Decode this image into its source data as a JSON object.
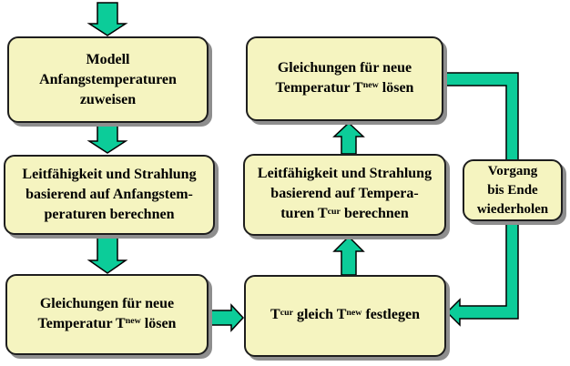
{
  "colors": {
    "box_fill": "#F5F4C0",
    "box_border": "#1E1E1E",
    "box_shadow": "#8E8E8E",
    "arrow_fill": "#0CCC99",
    "arrow_outline": "#000000",
    "text": "#000000",
    "background": "#FFFFFF"
  },
  "boxes": {
    "assign_initial_temps": {
      "lines": [
        [
          {
            "t": "Modell"
          }
        ],
        [
          {
            "t": "Anfangstemperaturen"
          }
        ],
        [
          {
            "t": "zuweisen"
          }
        ]
      ]
    },
    "compute_from_initial": {
      "lines": [
        [
          {
            "t": "Leitfähigkeit und Strahlung"
          }
        ],
        [
          {
            "t": "basierend auf Anfangstem-"
          }
        ],
        [
          {
            "t": "peraturen berechnen"
          }
        ]
      ]
    },
    "solve_new_left": {
      "lines": [
        [
          {
            "t": "Gleichungen für neue"
          }
        ],
        [
          {
            "t": "Temperatur T"
          },
          {
            "t": "new",
            "sup": true
          },
          {
            "t": " lösen"
          }
        ]
      ]
    },
    "solve_new_right": {
      "lines": [
        [
          {
            "t": "Gleichungen für neue"
          }
        ],
        [
          {
            "t": "Temperatur T"
          },
          {
            "t": "new",
            "sup": true
          },
          {
            "t": " lösen"
          }
        ]
      ]
    },
    "compute_from_current": {
      "lines": [
        [
          {
            "t": "Leitfähigkeit und Strahlung"
          }
        ],
        [
          {
            "t": "basierend auf Tempera-"
          }
        ],
        [
          {
            "t": "turen T"
          },
          {
            "t": "cur",
            "sup": true
          },
          {
            "t": " berechnen"
          }
        ]
      ]
    },
    "set_tcur_equal_tnew": {
      "lines": [
        [
          {
            "t": "T"
          },
          {
            "t": "cur",
            "sup": true
          },
          {
            "t": " gleich T"
          },
          {
            "t": "new",
            "sup": true
          },
          {
            "t": " festlegen"
          }
        ]
      ]
    },
    "repeat_until_end": {
      "lines": [
        [
          {
            "t": "Vorgang"
          }
        ],
        [
          {
            "t": "bis Ende"
          }
        ],
        [
          {
            "t": "wiederholen"
          }
        ]
      ]
    }
  }
}
